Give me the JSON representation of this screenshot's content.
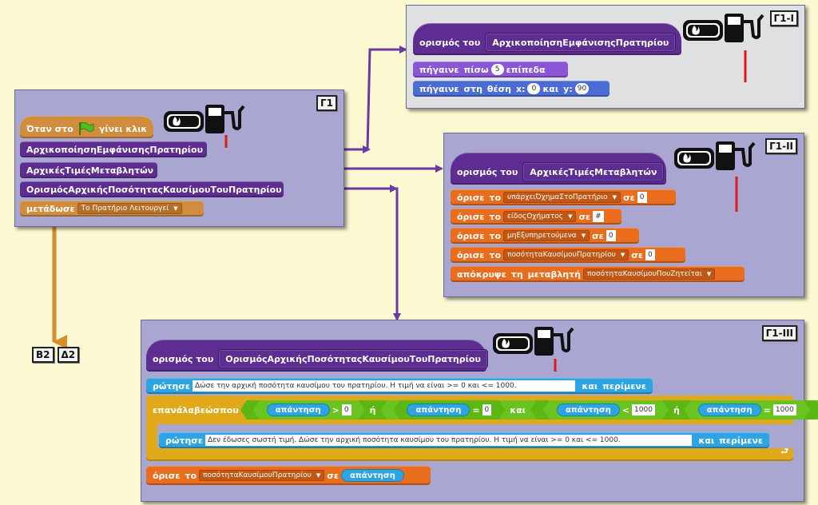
{
  "g1": {
    "label": "Γ1",
    "hat": {
      "pre": "Όταν στο",
      "post": "γίνει κλικ"
    },
    "blocks": [
      "ΑρχικοποίησηΕμφάνισηςΠρατηρίου",
      "ΑρχικέςΤιμέςΜεταβλητών",
      "ΟρισμόςΑρχικήςΠοσότηταςΚαυσίμουΤουΠρατηρίου"
    ],
    "broadcast": {
      "label": "μετάδωσε",
      "value": "Το Πρατήριο Λειτουργεί"
    }
  },
  "g1i": {
    "label": "Γ1-Ι",
    "define": {
      "label": "ορισμός του",
      "name": "ΑρχικοποίησηΕμφάνισηςΠρατηρίου"
    },
    "back": {
      "a": "πήγαινε",
      "b": "πίσω",
      "n": "5",
      "c": "επίπεδα"
    },
    "goto": {
      "a": "πήγαινε",
      "b": "στη",
      "c": "θέση",
      "xl": "x:",
      "x": "0",
      "k": "και",
      "yl": "y:",
      "y": "90"
    }
  },
  "g1ii": {
    "label": "Γ1-ΙΙ",
    "define": {
      "label": "ορισμός του",
      "name": "ΑρχικέςΤιμέςΜεταβλητών"
    },
    "sets": [
      {
        "a": "όρισε",
        "b": "το",
        "var": "υπάρχειΌχημαΣτοΠρατήριο",
        "c": "σε",
        "val": "0"
      },
      {
        "a": "όρισε",
        "b": "το",
        "var": "είδοςΟχήματος",
        "c": "σε",
        "val": "#"
      },
      {
        "a": "όρισε",
        "b": "το",
        "var": "μηΕξυπηρετούμενα",
        "c": "σε",
        "val": "0"
      },
      {
        "a": "όρισε",
        "b": "το",
        "var": "ποσότηταΚαυσίμουΠρατηρίου",
        "c": "σε",
        "val": "0"
      }
    ],
    "hide": {
      "a": "απόκρυψε",
      "b": "τη",
      "c": "μεταβλητή",
      "var": "ποσότηταΚαυσίμουΠουΖητείται"
    }
  },
  "g1iii": {
    "label": "Γ1-ΙΙΙ",
    "define": {
      "label": "ορισμός του",
      "name": "ΟρισμόςΑρχικήςΠοσότηταςΚαυσίμουΤουΠρατηρίου"
    },
    "ask1": {
      "a": "ρώτησε",
      "q": "Δώσε την αρχική ποσότητα καυσίμου του πρατηρίου. Η τιμή να είναι >= 0 και <= 1000.",
      "b": "και",
      "c": "περίμενε"
    },
    "repeat": {
      "a": "επανάλαβε",
      "b": "ώσπου"
    },
    "cond": {
      "ans": "απάντηση",
      "gt": ">",
      "v1": "0",
      "or": "ή",
      "eq": "=",
      "v2": "0",
      "and": "και",
      "lt": "<",
      "v3": "1000",
      "v4": "1000"
    },
    "ask2": {
      "a": "ρώτησε",
      "q": "Δεν έδωσες σωστή τιμή. Δώσε την αρχική ποσότητα καυσίμου του πρατηρίου. Η τιμή να είναι >= 0 και <= 1000.",
      "b": "και",
      "c": "περίμενε"
    },
    "setans": {
      "a": "όρισε",
      "b": "το",
      "var": "ποσότηταΚαυσίμουΠρατηρίου",
      "c": "σε",
      "ans": "απάντηση"
    },
    "loop_end": "⮐"
  },
  "refs": {
    "b2": "Β2",
    "d2": "Δ2"
  },
  "colors": {
    "background": "#fcf8d2",
    "panel": "#a9a7d2",
    "arrow_purple": "#6a3aa3",
    "arrow_orange": "#d98e2e",
    "marker_red": "#e01818"
  }
}
